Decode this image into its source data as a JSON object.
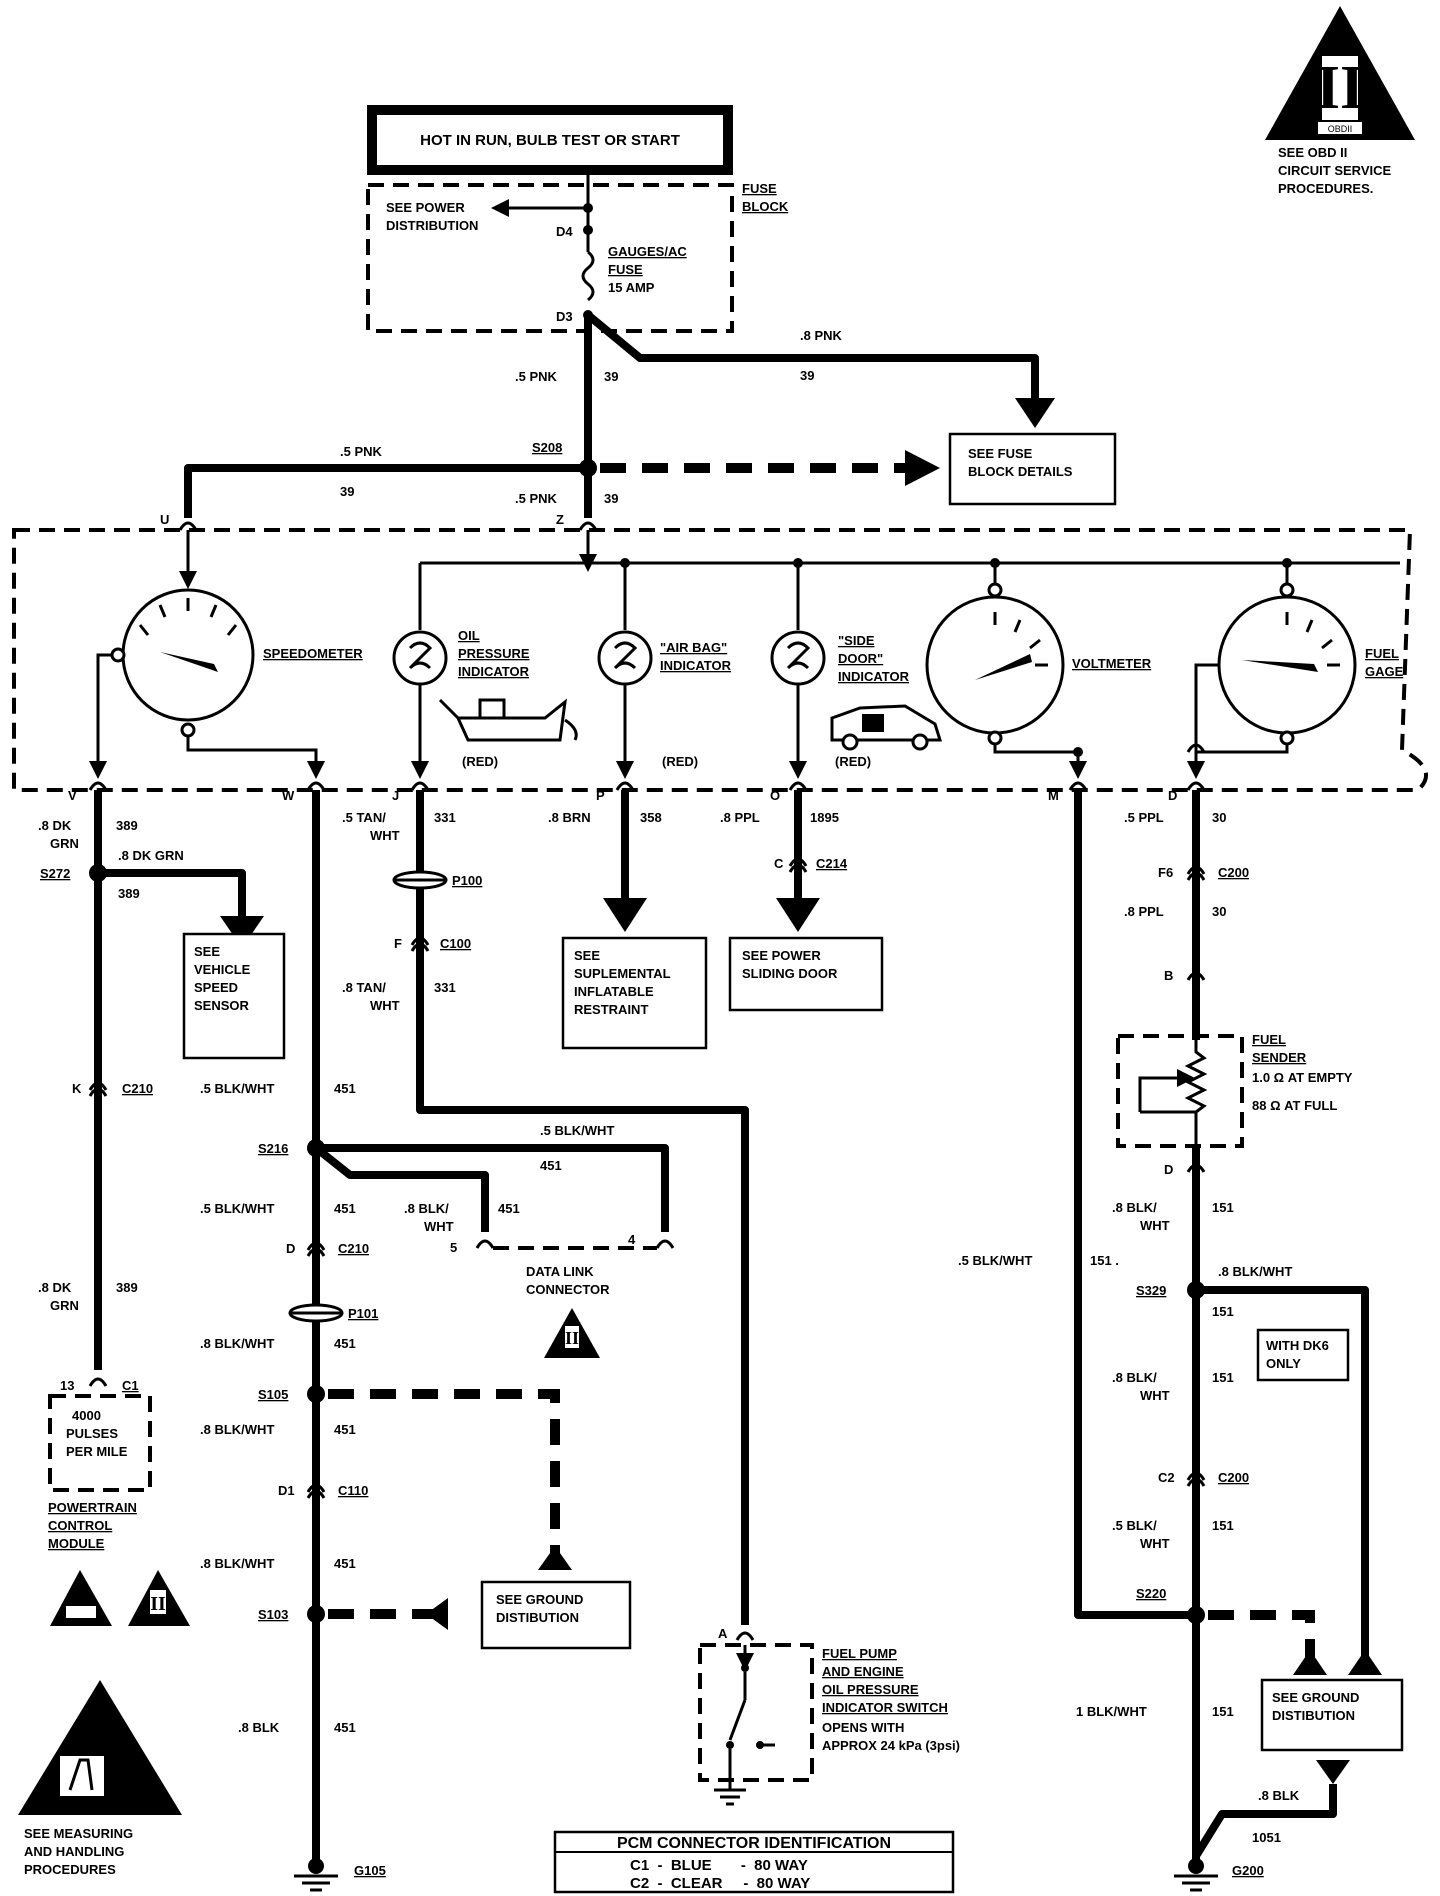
{
  "header": {
    "power_label": "HOT IN RUN, BULB TEST OR START"
  },
  "obd": {
    "badge": "II",
    "badge_sub": "OBDII",
    "caption": [
      "SEE OBD II",
      "CIRCUIT SERVICE",
      "PROCEDURES."
    ]
  },
  "fuse_block": {
    "title": [
      "FUSE",
      "BLOCK"
    ],
    "power_dist": [
      "SEE POWER",
      "DISTRIBUTION"
    ],
    "d4": "D4",
    "d3": "D3",
    "fuse_name": [
      "GAUGES/AC",
      "FUSE"
    ],
    "fuse_rating": "15 AMP"
  },
  "wires": {
    "pnk8": ".8 PNK",
    "c39a": "39",
    "pnk5a": ".5 PNK",
    "c39b": "39",
    "pnk5b": ".5 PNK",
    "c39c": "39",
    "pnk5c": ".5 PNK",
    "c39d": "39",
    "s208": "S208",
    "dkgrn8a": [
      ".8 DK",
      "GRN"
    ],
    "c389a": "389",
    "dkgrn8b": ".8 DK GRN",
    "c389b": "389",
    "dkgrn8c": [
      ".8 DK",
      "GRN"
    ],
    "c389c": "389",
    "s272": "S272",
    "tan5": [
      ".5 TAN/",
      "WHT"
    ],
    "c331a": "331",
    "tan8": [
      ".8 TAN/",
      "WHT"
    ],
    "c331b": "331",
    "brn8": ".8 BRN",
    "c358": "358",
    "ppl8a": ".8 PPL",
    "c1895": "1895",
    "ppl5": ".5 PPL",
    "c30a": "30",
    "ppl8b": ".8 PPL",
    "c30b": "30",
    "bw5a": ".5 BLK/WHT",
    "c451a": "451",
    "bw5b": ".5 BLK/WHT",
    "c451b": "451",
    "bw5c": ".5 BLK/WHT",
    "c451c": "451",
    "bw8a": [
      ".8 BLK/",
      "WHT"
    ],
    "c451d": "451",
    "bw8b": ".8 BLK/WHT",
    "c451e": "451",
    "bw8c": ".8 BLK/WHT",
    "c451f": "451",
    "bw8d": ".8 BLK/WHT",
    "c451g": "451",
    "blk8a": ".8 BLK",
    "c451h": "451",
    "bw5d": ".5 BLK/WHT",
    "c151a": "151 .",
    "bw8e": [
      ".8 BLK/",
      "WHT"
    ],
    "c151b": "151",
    "bw8f": ".8 BLK/WHT",
    "c151c": "151",
    "bw8g": [
      ".8 BLK/",
      "WHT"
    ],
    "c151d": "151",
    "bw5e": [
      ".5 BLK/",
      "WHT"
    ],
    "c151e": "151",
    "bw1": "1 BLK/WHT",
    "c151f": "151",
    "blk8b": ".8 BLK",
    "c1051": "1051"
  },
  "pins": {
    "u": "U",
    "z": "Z",
    "v": "V",
    "w": "W",
    "j": "J",
    "p": "P",
    "o": "O",
    "m": "M",
    "d": "D",
    "f": "F",
    "c": "C",
    "k": "K",
    "d_c210": "D",
    "d1": "D1",
    "f6": "F6",
    "b": "B",
    "d_sender": "D",
    "c2": "C2",
    "a": "A",
    "pin5": "5",
    "pin4": "4",
    "pin13": "13",
    "c1": "C1"
  },
  "connectors": {
    "p100": "P100",
    "c100": "C100",
    "c214": "C214",
    "c200a": "C200",
    "c210a": "C210",
    "c210b": "C210",
    "p101": "P101",
    "c110": "C110",
    "c200b": "C200",
    "s216": "S216",
    "s105": "S105",
    "s103": "S103",
    "s329": "S329",
    "s220": "S220",
    "g105": "G105",
    "g200": "G200"
  },
  "cluster": {
    "speedometer": "SPEEDOMETER",
    "oil": [
      "OIL",
      "PRESSURE",
      "INDICATOR"
    ],
    "airbag": [
      "\"AIR BAG\"",
      "INDICATOR"
    ],
    "sidedoor": [
      "\"SIDE",
      "DOOR\"",
      "INDICATOR"
    ],
    "voltmeter": "VOLTMETER",
    "fuel_gage": [
      "FUEL",
      "GAGE"
    ],
    "red1": "(RED)",
    "red2": "(RED)",
    "red3": "(RED)"
  },
  "refs": {
    "fuse_details": [
      "SEE FUSE",
      "BLOCK DETAILS"
    ],
    "vss": [
      "SEE",
      "VEHICLE",
      "SPEED",
      "SENSOR"
    ],
    "sir": [
      "SEE",
      "SUPLEMENTAL",
      "INFLATABLE",
      "RESTRAINT"
    ],
    "door": [
      "SEE POWER",
      "SLIDING DOOR"
    ],
    "ground1": [
      "SEE GROUND",
      "DISTIBUTION"
    ],
    "ground2": [
      "SEE GROUND",
      "DISTIBUTION"
    ],
    "dk6": [
      "WITH DK6",
      "ONLY"
    ],
    "dlc": [
      "DATA LINK",
      "CONNECTOR"
    ],
    "pcm_box": [
      "4000",
      "PULSES",
      "PER MILE"
    ],
    "pcm_name": [
      "POWERTRAIN",
      "CONTROL",
      "MODULE"
    ],
    "fuel_sender": [
      "FUEL",
      "SENDER"
    ],
    "sender_empty": "1.0 Ω AT EMPTY",
    "sender_full": "88 Ω AT FULL",
    "switch_name": [
      "FUEL PUMP",
      "AND ENGINE",
      "OIL PRESSURE",
      "INDICATOR SWITCH"
    ],
    "switch_note": [
      "OPENS WITH",
      "APPROX 24 kPa (3psi)"
    ],
    "esd": [
      "SEE MEASURING",
      "AND HANDLING",
      "PROCEDURES"
    ],
    "small_badge": "II"
  },
  "pcm_id": {
    "title": "PCM CONNECTOR IDENTIFICATION",
    "row1": "C1  -  BLUE       -  80 WAY",
    "row2": "C2  -  CLEAR     -  80 WAY"
  }
}
